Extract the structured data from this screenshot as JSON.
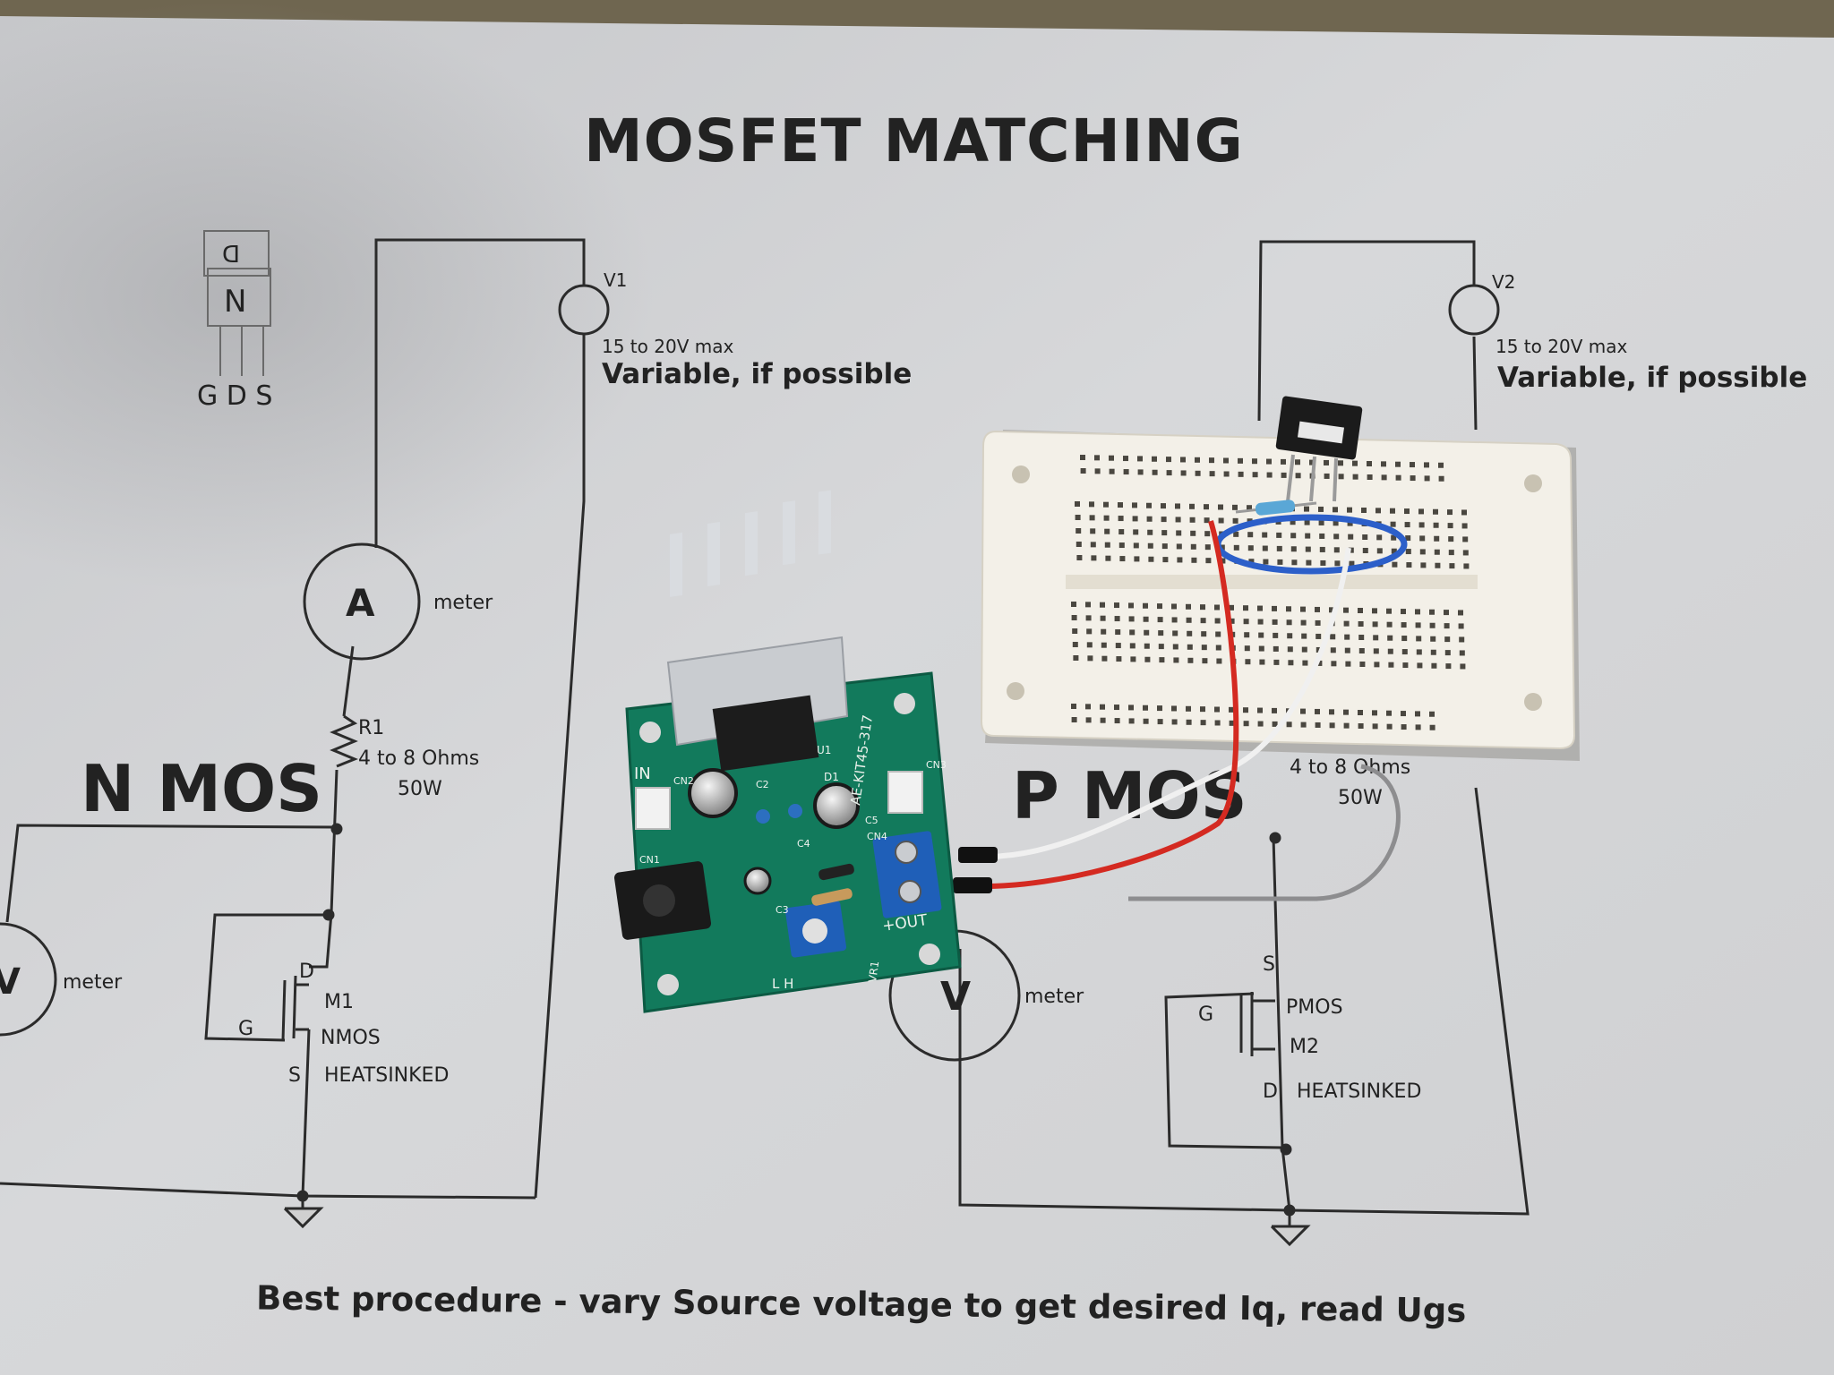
{
  "photo": {
    "colors": {
      "table": "#5a5140",
      "paper": "#d3d4d6",
      "paper_shadow": "#b7b8bb",
      "ink": "#232323",
      "pcb": "#127a5c",
      "breadboard": "#f3f0e8",
      "wire_red": "#d42a21",
      "wire_white": "#f0f0f0",
      "wire_blue": "#2c5fc9",
      "heatsink": "#c9ccd0",
      "terminal": "#1f5fb8"
    }
  },
  "sheet": {
    "title": "MOSFET MATCHING",
    "footer": "Best procedure - vary Source voltage to get desired Iq, read Ugs",
    "sketch": {
      "top_letter": "D",
      "body_letter": "N",
      "pins": "G D S"
    },
    "left": {
      "section_label": "N MOS",
      "source": {
        "name": "V1",
        "range": "15 to 20V max",
        "note": "Variable, if possible"
      },
      "ammeter": {
        "symbol": "A",
        "label": "meter"
      },
      "resistor": {
        "name": "R1",
        "value": "4 to 8 Ohms",
        "power": "50W"
      },
      "voltmeter": {
        "symbol": "V",
        "label": "meter"
      },
      "mosfet": {
        "d": "D",
        "g": "G",
        "s": "S",
        "name": "M1",
        "type": "NMOS",
        "mount": "HEATSINKED"
      }
    },
    "right": {
      "section_label": "P MOS",
      "source": {
        "name": "V2",
        "range": "15 to 20V max",
        "note": "Variable, if possible"
      },
      "resistor": {
        "value": "4 to 8 Ohms",
        "power": "50W"
      },
      "voltmeter": {
        "symbol": "V",
        "label": "meter"
      },
      "mosfet": {
        "s": "S",
        "g": "G",
        "d": "D",
        "type": "PMOS",
        "name": "M2",
        "mount": "HEATSINKED"
      }
    }
  },
  "pcb": {
    "model": "AE-KIT45-317",
    "labels": {
      "in": "IN",
      "out": "+OUT",
      "cn1": "CN1",
      "cn2": "CN2",
      "cn3": "CN3",
      "cn4": "CN4",
      "lh": "L H",
      "vr1": "VR1",
      "u1": "U1",
      "d1": "D1",
      "c2": "C2",
      "c3": "C3",
      "c4": "C4",
      "c5": "C5"
    }
  }
}
